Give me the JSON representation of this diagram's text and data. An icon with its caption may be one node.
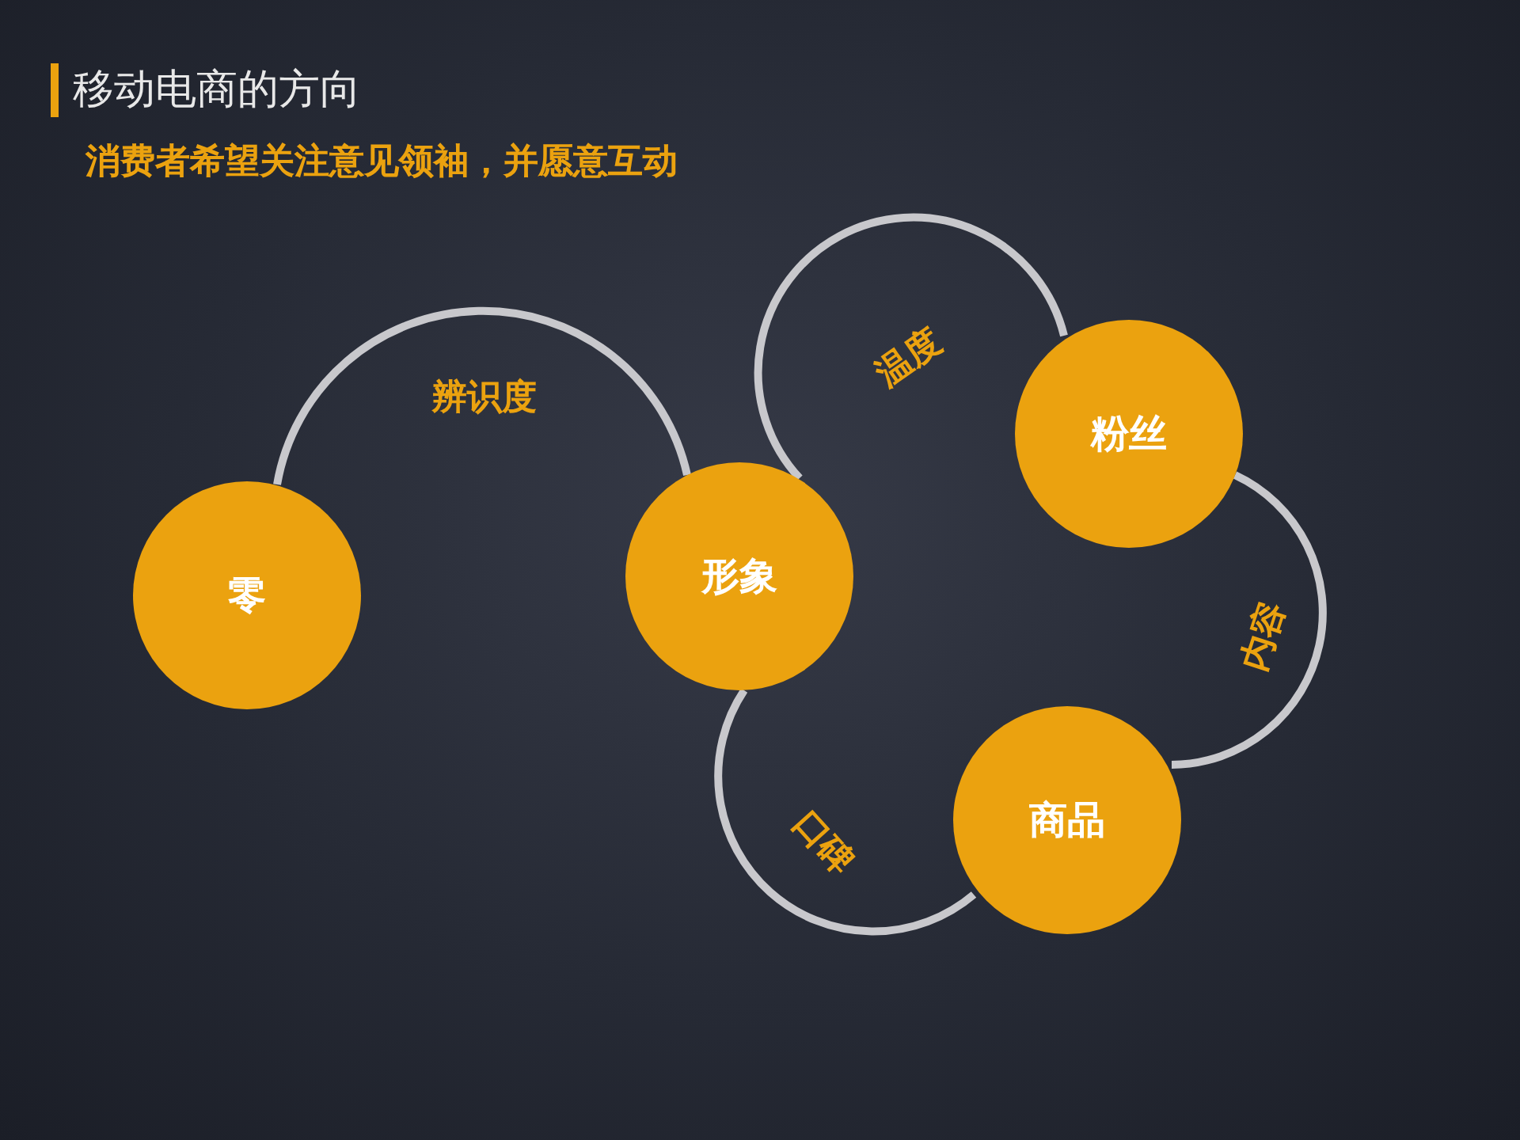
{
  "diagram": {
    "title": "移动电商的方向",
    "nodes": [
      {
        "text": [
          "零"
        ]
      },
      {
        "text": [
          "形象"
        ]
      },
      {
        "text": [
          "粉丝"
        ]
      },
      {
        "text": [
          "商品"
        ]
      }
    ],
    "edges": [
      {
        "from": 0,
        "to": 1,
        "arrow": "none",
        "label": "辨识度"
      },
      {
        "from": 1,
        "to": 2,
        "arrow": "none",
        "label": "温度"
      },
      {
        "from": 2,
        "to": 3,
        "arrow": "none",
        "label": "内容"
      },
      {
        "from": 3,
        "to": 1,
        "arrow": "none",
        "label": "口碑"
      }
    ],
    "labels": [
      "消费者希望关注意见领袖，并愿意互动"
    ]
  }
}
